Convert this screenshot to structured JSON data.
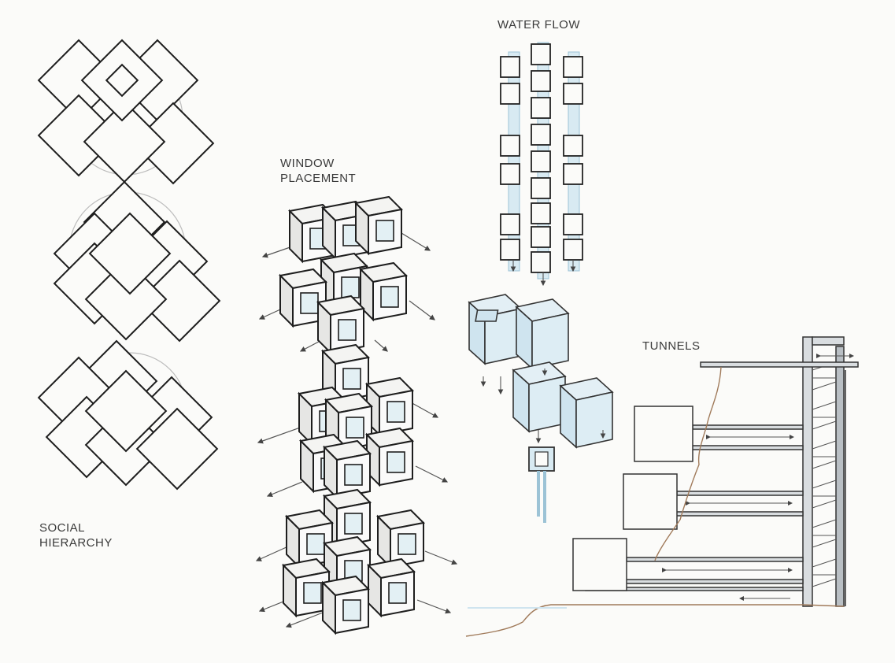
{
  "labels": {
    "social_hierarchy": "SOCIAL\nHIERARCHY",
    "window_placement": "WINDOW\nPLACEMENT",
    "water_flow": "WATER FLOW",
    "tunnels": "TUNNELS"
  },
  "colors": {
    "paper": "#fbfbf9",
    "ink": "#1e1e1e",
    "water_blue": "#cfe4ef",
    "water_blue_dark": "#9cc3d6",
    "cliff_brown": "#a07a5a",
    "wall_gray": "#b9bfc4"
  }
}
